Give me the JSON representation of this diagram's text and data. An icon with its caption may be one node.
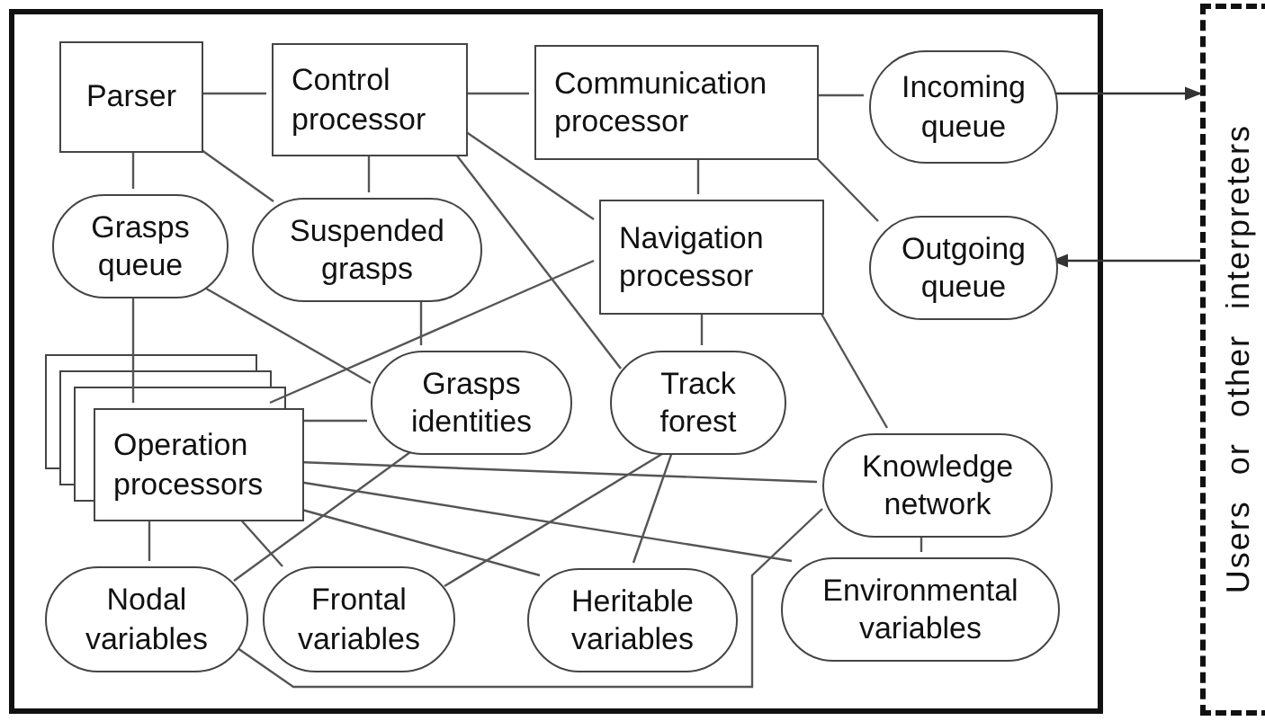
{
  "diagram": {
    "nodes": [
      {
        "text": [],
        "shape": "box"
      },
      {
        "text": [
          "Parser"
        ],
        "in": 0
      },
      {
        "text": [
          "Control processor"
        ],
        "in": 0
      },
      {
        "text": [
          "Communication processor"
        ],
        "in": 0
      },
      {
        "text": [
          "Incoming queue"
        ],
        "in": 0
      },
      {
        "text": [
          "Grasps queue"
        ],
        "in": 0
      },
      {
        "text": [
          "Suspended grasps"
        ],
        "in": 0
      },
      {
        "text": [
          "Navigation processor"
        ],
        "in": 0
      },
      {
        "text": [
          "Outgoing queue"
        ],
        "in": 0
      },
      {
        "text": [
          "Operation processors"
        ],
        "in": 0
      },
      {
        "text": [
          "Grasps identities"
        ],
        "in": 0
      },
      {
        "text": [
          "Track forest"
        ],
        "in": 0
      },
      {
        "text": [
          "Knowledge network"
        ],
        "in": 0
      },
      {
        "text": [
          "Nodal variables"
        ],
        "in": 0
      },
      {
        "text": [
          "Frontal variables"
        ],
        "in": 0
      },
      {
        "text": [
          "Heritable variables"
        ],
        "in": 0
      },
      {
        "text": [
          "Environmental variables"
        ],
        "in": 0
      },
      {
        "text": [
          "Users or other interpreters"
        ]
      }
    ],
    "edges": [
      {
        "from": 1,
        "to": 2,
        "arrow": "none"
      },
      {
        "from": 2,
        "to": 3,
        "arrow": "none"
      },
      {
        "from": 3,
        "to": 4,
        "arrow": "none"
      },
      {
        "from": 1,
        "to": 5,
        "arrow": "none"
      },
      {
        "from": 1,
        "to": 6,
        "arrow": "none"
      },
      {
        "from": 2,
        "to": 6,
        "arrow": "none"
      },
      {
        "from": 2,
        "to": 7,
        "arrow": "none"
      },
      {
        "from": 2,
        "to": 11,
        "arrow": "none"
      },
      {
        "from": 3,
        "to": 7,
        "arrow": "none"
      },
      {
        "from": 3,
        "to": 8,
        "arrow": "none"
      },
      {
        "from": 5,
        "to": 9,
        "arrow": "none"
      },
      {
        "from": 5,
        "to": 10,
        "arrow": "none"
      },
      {
        "from": 6,
        "to": 10,
        "arrow": "none"
      },
      {
        "from": 7,
        "to": 9,
        "arrow": "none"
      },
      {
        "from": 7,
        "to": 11,
        "arrow": "none"
      },
      {
        "from": 7,
        "to": 12,
        "arrow": "none"
      },
      {
        "from": 9,
        "to": 10,
        "arrow": "none"
      },
      {
        "from": 9,
        "to": 12,
        "arrow": "none"
      },
      {
        "from": 9,
        "to": 16,
        "arrow": "none"
      },
      {
        "from": 9,
        "to": 15,
        "arrow": "none"
      },
      {
        "from": 9,
        "to": 13,
        "arrow": "none"
      },
      {
        "from": 9,
        "to": 14,
        "arrow": "none"
      },
      {
        "from": 10,
        "to": 13,
        "arrow": "none"
      },
      {
        "from": 11,
        "to": 14,
        "arrow": "none"
      },
      {
        "from": 11,
        "to": 15,
        "arrow": "none"
      },
      {
        "from": 12,
        "to": 16,
        "arrow": "none"
      },
      {
        "from": 12,
        "to": 13,
        "arrow": "none"
      },
      {
        "from": 4,
        "to": 17,
        "arrow": "to"
      },
      {
        "from": 17,
        "to": 8,
        "arrow": "to"
      }
    ]
  }
}
